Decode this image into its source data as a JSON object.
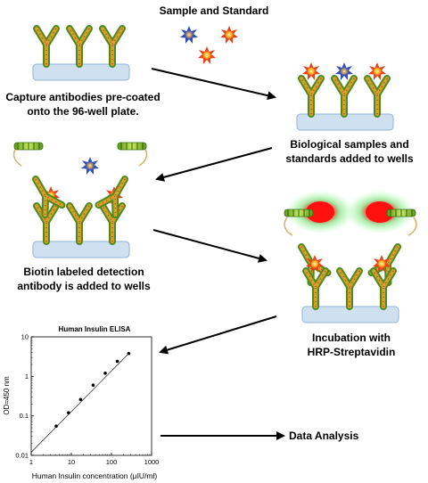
{
  "title": "Sample and Standard",
  "steps": [
    {
      "lines": [
        "Capture antibodies pre-coated",
        "onto the 96-well plate."
      ]
    },
    {
      "lines": [
        "Biological samples and",
        "standards added to wells"
      ]
    },
    {
      "lines": [
        "Biotin labeled detection",
        "antibody is added to wells"
      ]
    },
    {
      "lines": [
        "Incubation with",
        "HRP-Streptavidin"
      ]
    }
  ],
  "data_analysis": "Data Analysis",
  "chart_data": {
    "type": "line",
    "title": "Human Insulin ELISA",
    "xlabel": "Human Insulin concentration (μIU/ml)",
    "ylabel": "OD=450 nm",
    "x_scale": "log",
    "y_scale": "log",
    "xlim": [
      1,
      1000
    ],
    "ylim": [
      0.01,
      10
    ],
    "x_ticks": [
      "1",
      "10",
      "100",
      "1000"
    ],
    "y_ticks": [
      "10",
      "1",
      "0.1",
      "0.01"
    ],
    "series": [
      {
        "x": [
          4.2,
          8.5,
          17,
          35,
          70,
          140,
          270
        ],
        "y": [
          0.055,
          0.12,
          0.26,
          0.6,
          1.2,
          2.4,
          3.8
        ]
      }
    ],
    "fit_line": {
      "x": [
        1,
        270
      ],
      "y": [
        0.012,
        3.8
      ]
    },
    "grid": false
  },
  "colors": {
    "plate": "#cfe0f0",
    "antibody": "#c9a227",
    "antigen_orange": "#ff8c1a",
    "antigen_blue": "#3a5cc7",
    "biotin": "#7fc241",
    "hrp": "#ff1a1a"
  }
}
